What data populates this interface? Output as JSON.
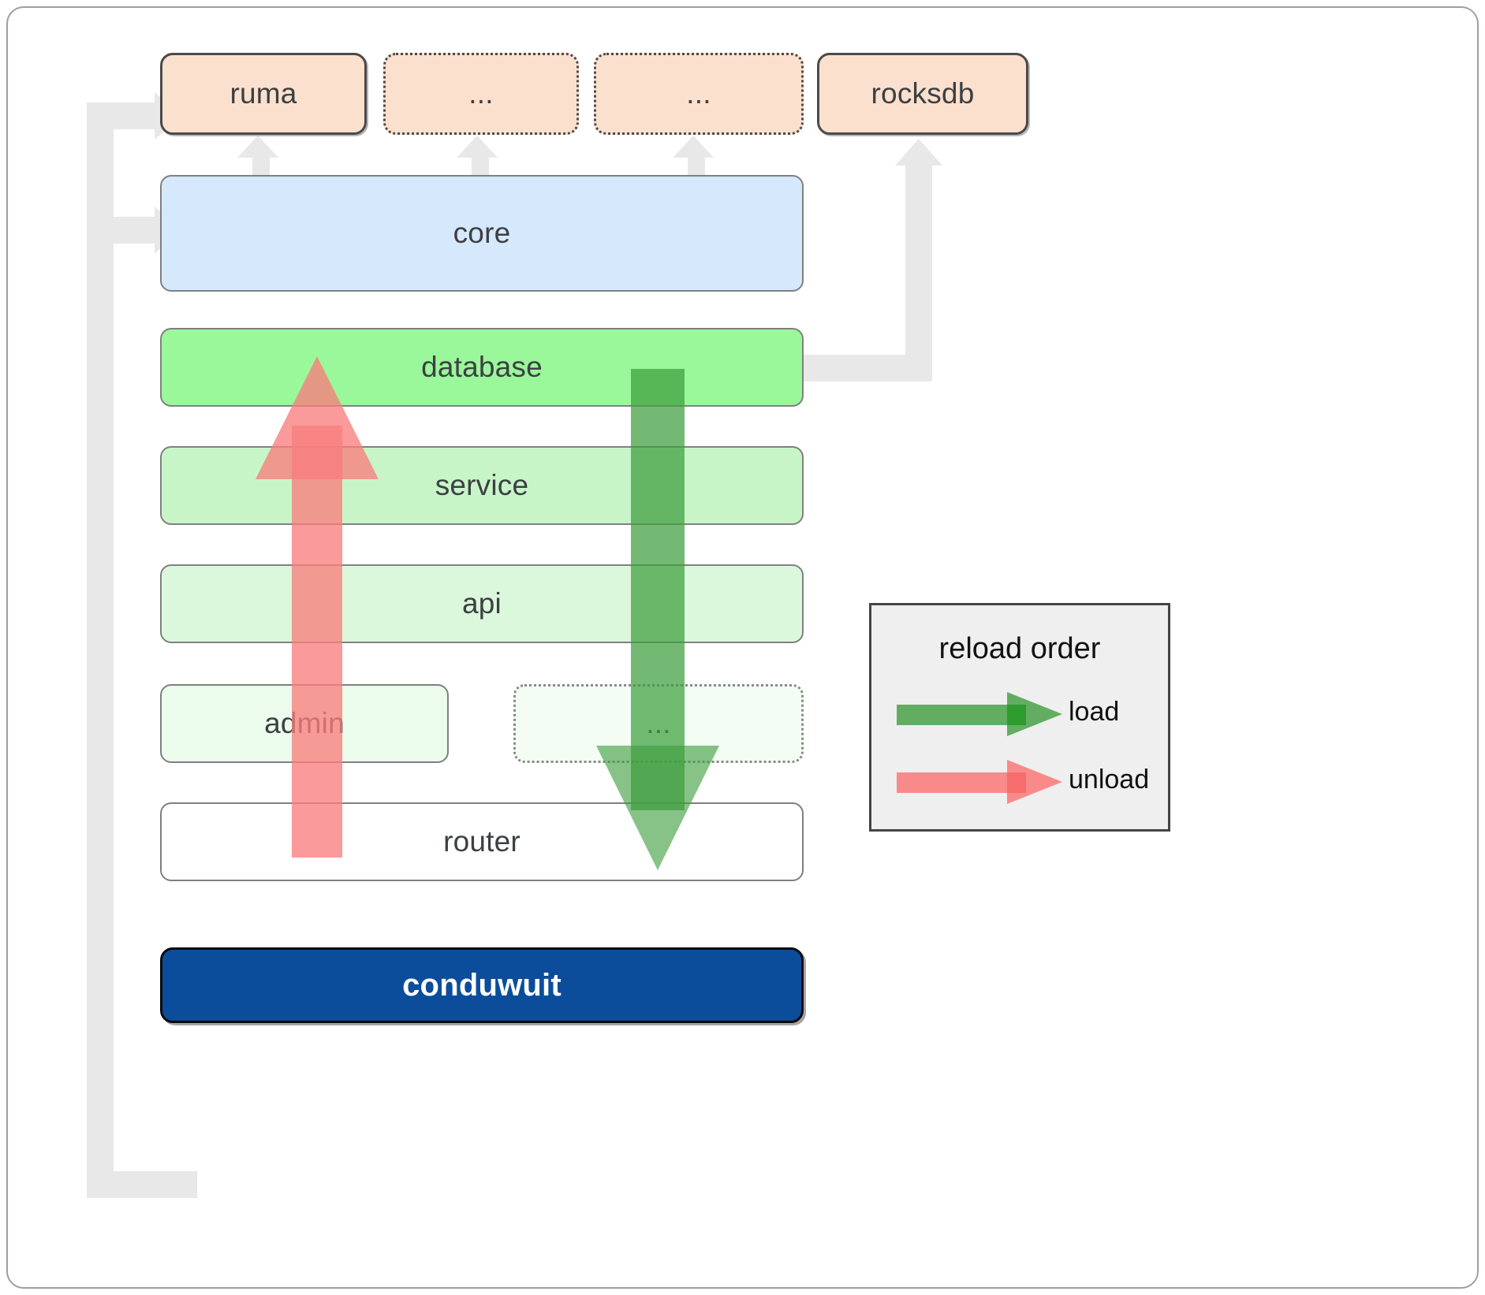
{
  "diagram": {
    "title": "conduwuit layered architecture / reload order",
    "colors": {
      "dependency_fill": "#FCE0CE",
      "dependency_border": "#4A4A4A",
      "core_fill": "#D6E8FB",
      "database_fill": "#9AF79A",
      "service_fill": "#C8F5C8",
      "api_fill": "#DCF8DC",
      "admin_fill": "#ECFCEC",
      "router_fill": "#FFFFFF",
      "brand_fill": "#0B4D9B",
      "connector_gray": "#E8E8E8",
      "load_green": "#4CA64C",
      "unload_red": "#F97E7E",
      "legend_bg": "#EFEFEF"
    },
    "dependencies": [
      {
        "label": "ruma",
        "style": "solid"
      },
      {
        "label": "...",
        "style": "dotted"
      },
      {
        "label": "...",
        "style": "dotted"
      },
      {
        "label": "rocksdb",
        "style": "solid"
      }
    ],
    "core": {
      "label": "core"
    },
    "layers": [
      {
        "label": "database",
        "style": "solid",
        "width": "full"
      },
      {
        "label": "service",
        "style": "solid",
        "width": "full"
      },
      {
        "label": "api",
        "style": "solid",
        "width": "full"
      },
      {
        "label": "admin",
        "style": "solid",
        "width": "half-left"
      },
      {
        "label": "...",
        "style": "dotted",
        "width": "half-right"
      },
      {
        "label": "router",
        "style": "solid",
        "width": "full"
      }
    ],
    "brand": {
      "label": "conduwuit"
    },
    "legend": {
      "title": "reload order",
      "items": [
        {
          "label": "load",
          "color": "#4CA64C",
          "direction": "down"
        },
        {
          "label": "unload",
          "color": "#F97E7E",
          "direction": "up"
        }
      ]
    }
  }
}
